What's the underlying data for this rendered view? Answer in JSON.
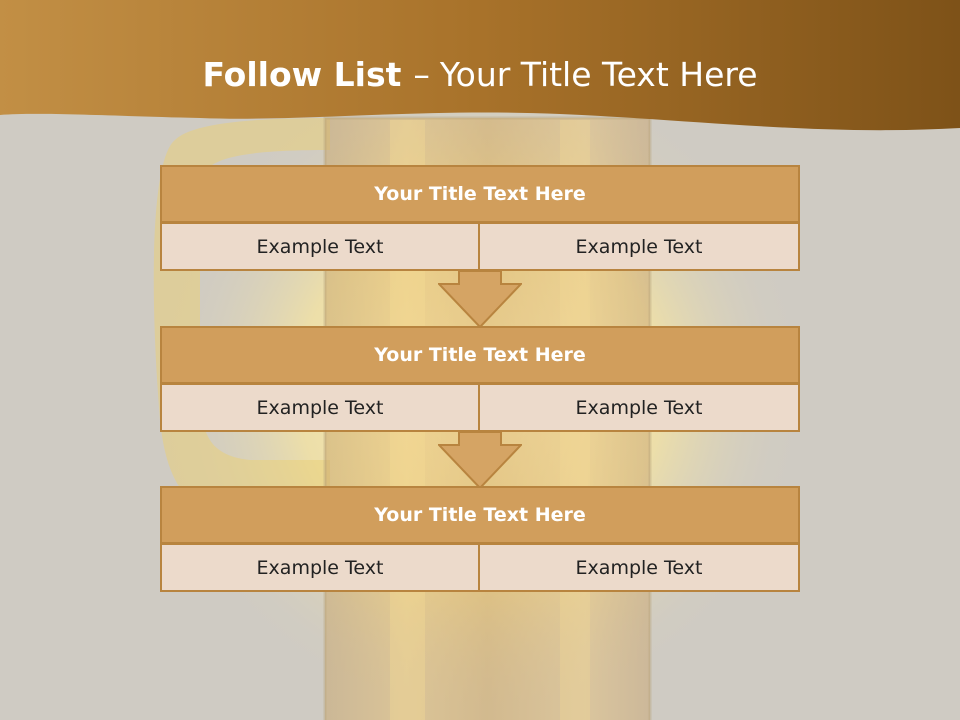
{
  "slide": {
    "title_bold": "Follow List",
    "title_separator": "–",
    "title_rest": "Your Title Text Here"
  },
  "blocks": [
    {
      "title": "Your Title Text Here",
      "left_text": "Example Text",
      "right_text": "Example Text"
    },
    {
      "title": "Your Title Text Here",
      "left_text": "Example Text",
      "right_text": "Example Text"
    },
    {
      "title": "Your Title Text Here",
      "left_text": "Example Text",
      "right_text": "Example Text"
    }
  ],
  "colors": {
    "banner": "#a8722a",
    "header_fill": "#d19e5c",
    "cell_fill": "#ecdacb",
    "border": "#b8843f",
    "arrow_fill": "#d5a464"
  },
  "icons": [
    "down-arrow-icon",
    "down-arrow-icon"
  ]
}
